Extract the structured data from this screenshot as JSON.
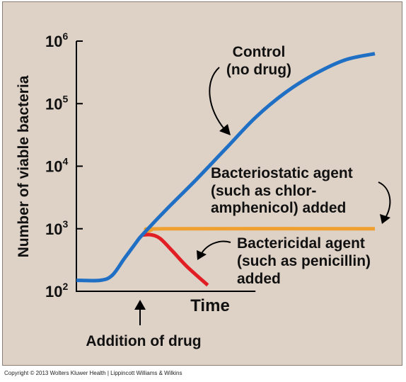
{
  "chart_data": {
    "type": "line",
    "ylabel": "Number of viable bacteria",
    "xlabel": "Time",
    "yscale": "log",
    "ylim": [
      100,
      1000000
    ],
    "xlim": [
      0,
      100
    ],
    "y_ticks": [
      {
        "base": "10",
        "exp": "2"
      },
      {
        "base": "10",
        "exp": "3"
      },
      {
        "base": "10",
        "exp": "4"
      },
      {
        "base": "10",
        "exp": "5"
      },
      {
        "base": "10",
        "exp": "6"
      }
    ],
    "drug_addition_x": 22,
    "series": [
      {
        "name": "Control (no drug)",
        "color": "#1f6fc5",
        "points": [
          [
            0,
            150
          ],
          [
            8,
            150
          ],
          [
            12,
            180
          ],
          [
            16,
            330
          ],
          [
            20,
            600
          ],
          [
            22,
            790
          ],
          [
            30,
            2000
          ],
          [
            40,
            6000
          ],
          [
            50,
            19000
          ],
          [
            60,
            60000
          ],
          [
            70,
            150000
          ],
          [
            80,
            300000
          ],
          [
            90,
            500000
          ],
          [
            100,
            630000
          ]
        ]
      },
      {
        "name": "Bacteriostatic agent (such as chloramphenicol) added",
        "color": "#f0a030",
        "points": [
          [
            22,
            790
          ],
          [
            25,
            950
          ],
          [
            30,
            1000
          ],
          [
            100,
            1000
          ]
        ]
      },
      {
        "name": "Bactericidal agent (such as penicillin) added",
        "color": "#e01e24",
        "points": [
          [
            22,
            790
          ],
          [
            25,
            800
          ],
          [
            28,
            700
          ],
          [
            32,
            450
          ],
          [
            37,
            250
          ],
          [
            44,
            125
          ]
        ]
      }
    ]
  },
  "annotations": {
    "control_line1": "Control",
    "control_line2": "(no drug)",
    "static_line1": "Bacteriostatic agent",
    "static_line2": "(such as chlor-",
    "static_line3": "amphenicol) added",
    "cidal_line1": "Bactericidal agent",
    "cidal_line2": "(such as penicillin)",
    "cidal_line3": "added",
    "drug_addition": "Addition of drug"
  },
  "copyright": "Copyright © 2013 Wolters Kluwer Health | Lippincott Williams & Wilkins"
}
